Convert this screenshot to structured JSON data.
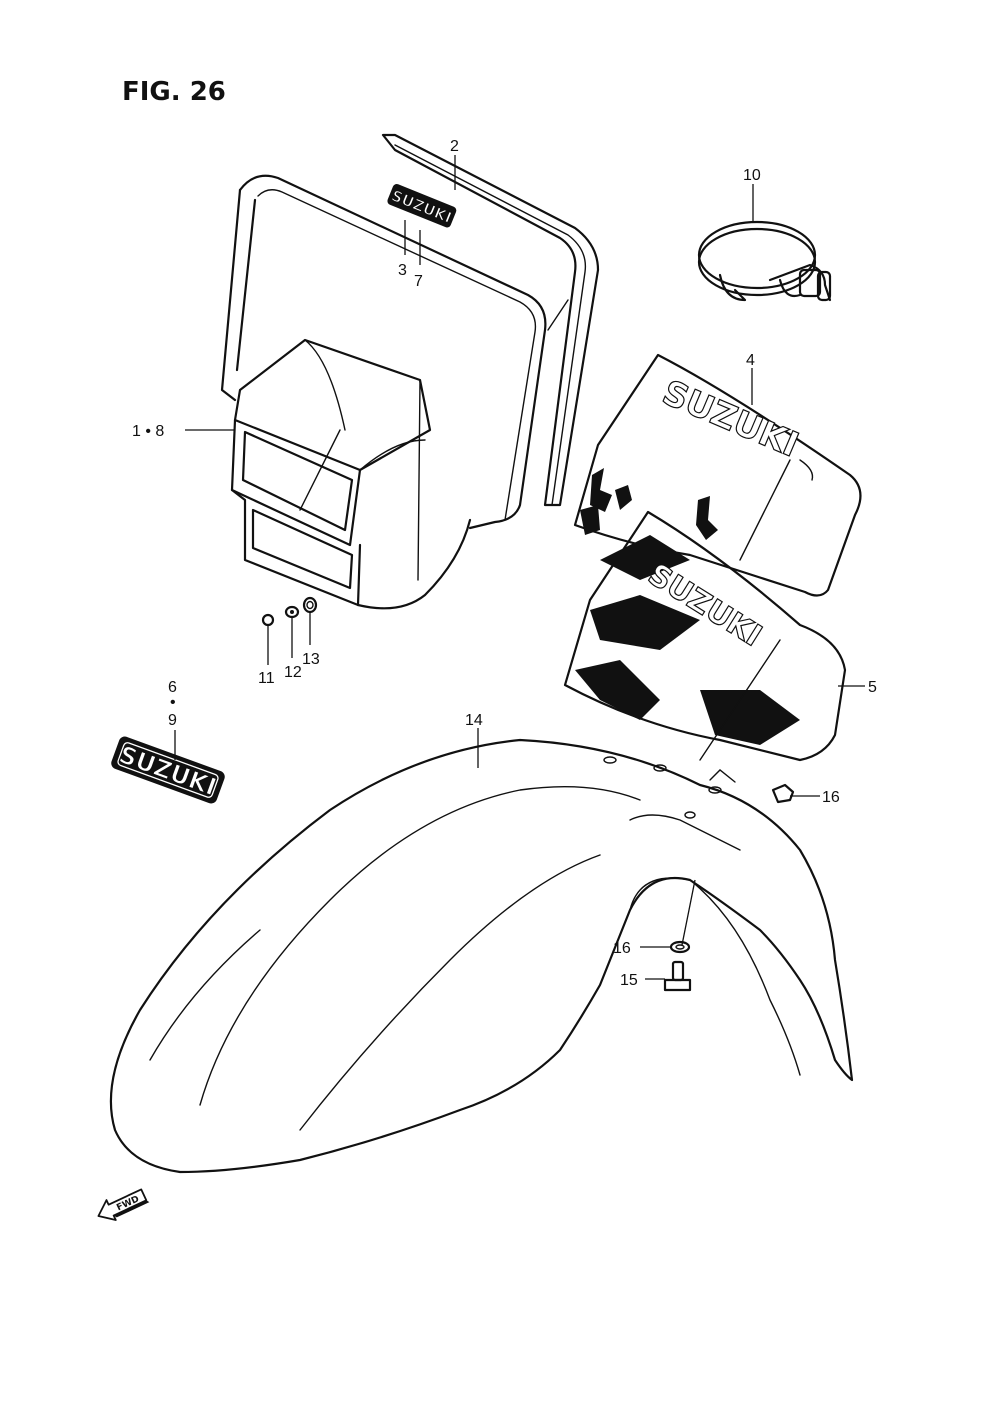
{
  "figure": {
    "title": "FIG. 26"
  },
  "callouts": {
    "c1_8": "1 • 8",
    "c2": "2",
    "c3": "3",
    "c4": "4",
    "c5": "5",
    "c6": "6",
    "c_dot": "•",
    "c7": "7",
    "c9": "9",
    "c10": "10",
    "c11": "11",
    "c12": "12",
    "c13": "13",
    "c14": "14",
    "c15": "15",
    "c16a": "16",
    "c16b": "16"
  },
  "decals": {
    "visor_logo": "SUZUKI",
    "shroud_logo_upper": "SUZUKI",
    "shroud_logo_lower": "SUZUKI",
    "emblem_logo": "SUZUKI"
  },
  "direction": {
    "fwd_label": "FWD"
  }
}
